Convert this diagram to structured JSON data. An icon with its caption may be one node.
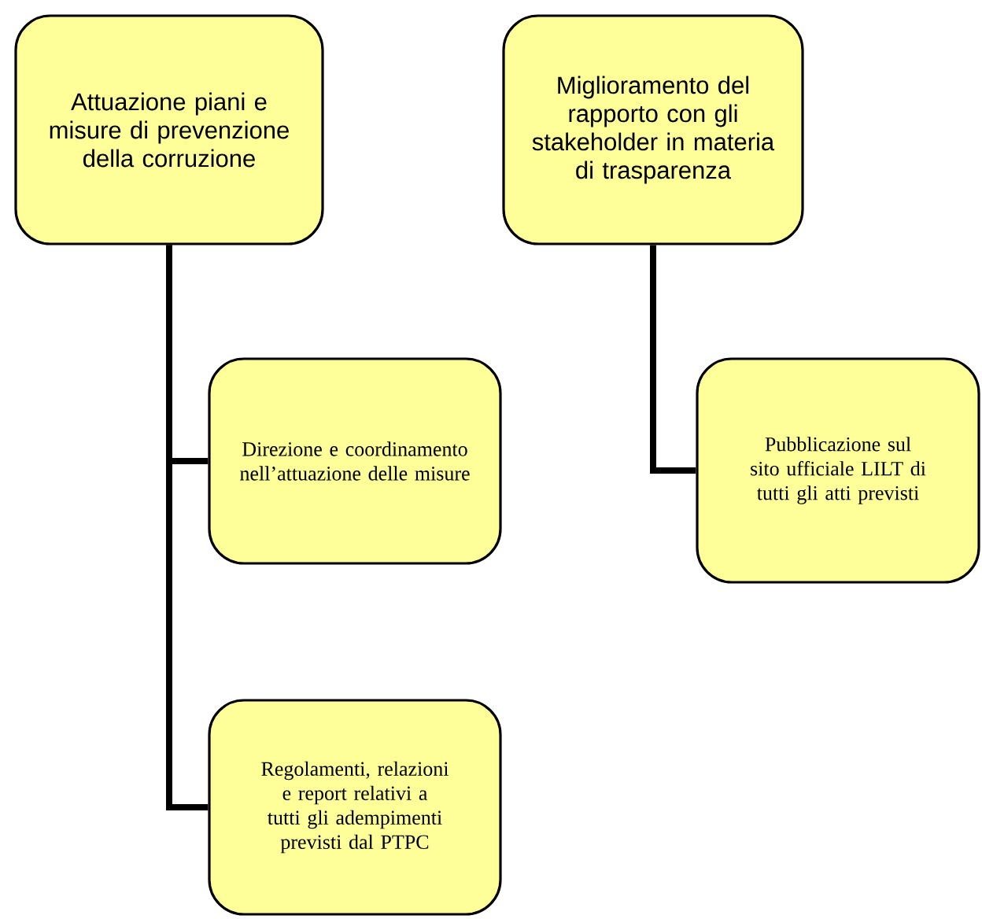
{
  "diagram": {
    "nodes": [
      {
        "text": [
          "Attuazione piani e misure di prevenzione della corruzione"
        ]
      },
      {
        "text": [
          "Miglioramento del rapporto con gli stakeholder in materia di trasparenza"
        ]
      },
      {
        "text": [
          "Direzione e coordinamento nell’attuazione delle misure"
        ]
      },
      {
        "text": [
          "Regolamenti, relazioni e report relativi a tutti gli adempimenti previsti dal PTPC"
        ]
      },
      {
        "text": [
          "Pubblicazione sul sito ufficiale LILT di tutti gli atti previsti"
        ]
      }
    ],
    "edges": [
      {
        "from": 0,
        "to": 2,
        "arrow": "none"
      },
      {
        "from": 0,
        "to": 3,
        "arrow": "none"
      },
      {
        "from": 1,
        "to": 4,
        "arrow": "none"
      }
    ]
  }
}
